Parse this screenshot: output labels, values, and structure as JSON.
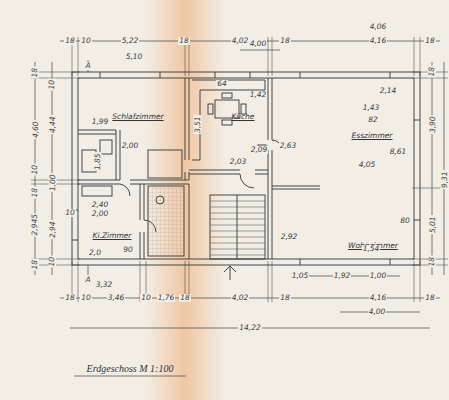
{
  "diagram": {
    "caption": "Erdgeschoss M 1:100",
    "nodes": [
      {
        "text": [
          "Schlafzimmer"
        ]
      },
      {
        "text": [
          "Küche"
        ]
      },
      {
        "text": [
          "Esszimmer"
        ]
      },
      {
        "text": [
          "Wohnzimmer"
        ]
      },
      {
        "text": [
          "Ki.Zimmer"
        ]
      }
    ],
    "labels": [
      "4,06",
      "4,00",
      "18",
      "10",
      "5,22",
      "18",
      "4,02",
      "18",
      "4,16",
      "18",
      "5,10",
      "A",
      "18",
      "10",
      "4,60",
      "4,44",
      "64",
      "1,42",
      "2,14",
      "1,43",
      "3,51",
      "82",
      "2,00",
      "1,99",
      "2,09",
      "2,63",
      "8,61",
      "1,85",
      "2,03",
      "4,05",
      "10",
      "1,00",
      "18",
      "2,40",
      "10",
      "2,00",
      "2,945",
      "2,94",
      "80",
      "2,92",
      "1,54",
      "2,0",
      "90",
      "18",
      "10",
      "3,90",
      "5,01",
      "9,31",
      "18",
      "18",
      "A",
      "3,32",
      "1,05",
      "1,92",
      "1,00",
      "18",
      "10",
      "3,46",
      "10",
      "1,76",
      "18",
      "4,02",
      "18",
      "4,16",
      "18",
      "4,00",
      "14,22"
    ]
  }
}
